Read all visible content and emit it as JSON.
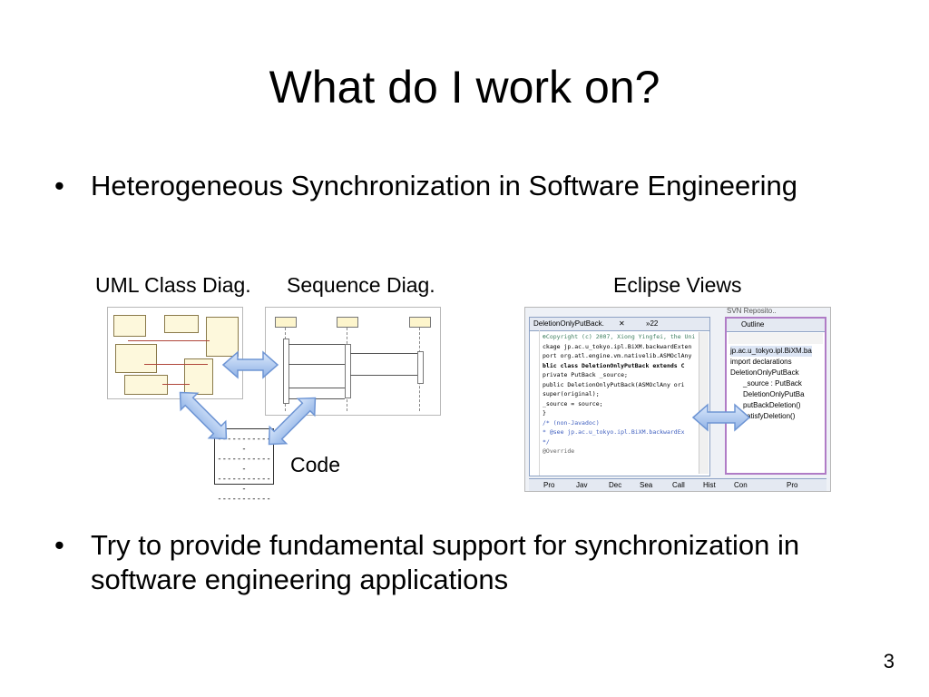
{
  "slide": {
    "title": "What do I work on?",
    "bullets": [
      {
        "marker": "•",
        "text": "Heterogeneous Synchronization in Software Engineering"
      },
      {
        "marker": "•",
        "text": "Try to provide fundamental support for synchronization in software engineering applications"
      }
    ],
    "page_number": "3"
  },
  "figure": {
    "captions": {
      "uml": "UML Class Diag.",
      "sequence": "Sequence Diag.",
      "eclipse": "Eclipse Views",
      "code": "Code"
    },
    "code_doc_lines": [
      "------------",
      "------------",
      "------------",
      "-----------"
    ],
    "eclipse": {
      "editor_tab": "DeletionOnlyPutBack.",
      "editor_tab_more": "»22",
      "code_lines": [
        "⊕Copyright (c) 2007, Xiong Yingfei, the Uni",
        "ckage jp.ac.u_tokyo.ipl.BiXM.backwardExten",
        "port org.atl.engine.vm.nativelib.ASMOclAny",
        "blic class DeletionOnlyPutBack extends C",
        " private PutBack _source;",
        " public DeletionOnlyPutBack(ASMOclAny ori",
        "    super(original);",
        "    _source = source;",
        " }",
        " /* (non-Javadoc)",
        "  * @see jp.ac.u_tokyo.ipl.BiXM.backwardEx",
        "  */",
        " @Override"
      ],
      "outline_tab": "Outline",
      "repo_tab": "SVN Reposito..",
      "outline_items": [
        "jp.ac.u_tokyo.ipl.BiXM.ba",
        "import declarations",
        "DeletionOnlyPutBack",
        "_source : PutBack",
        "DeletionOnlyPutBa",
        "putBackDeletion()",
        "satisfyDeletion()"
      ],
      "bottom_tabs": [
        "Pro",
        "Jav",
        "Dec",
        "Sea",
        "Call",
        "Hist",
        "Con",
        "Pro"
      ]
    }
  }
}
